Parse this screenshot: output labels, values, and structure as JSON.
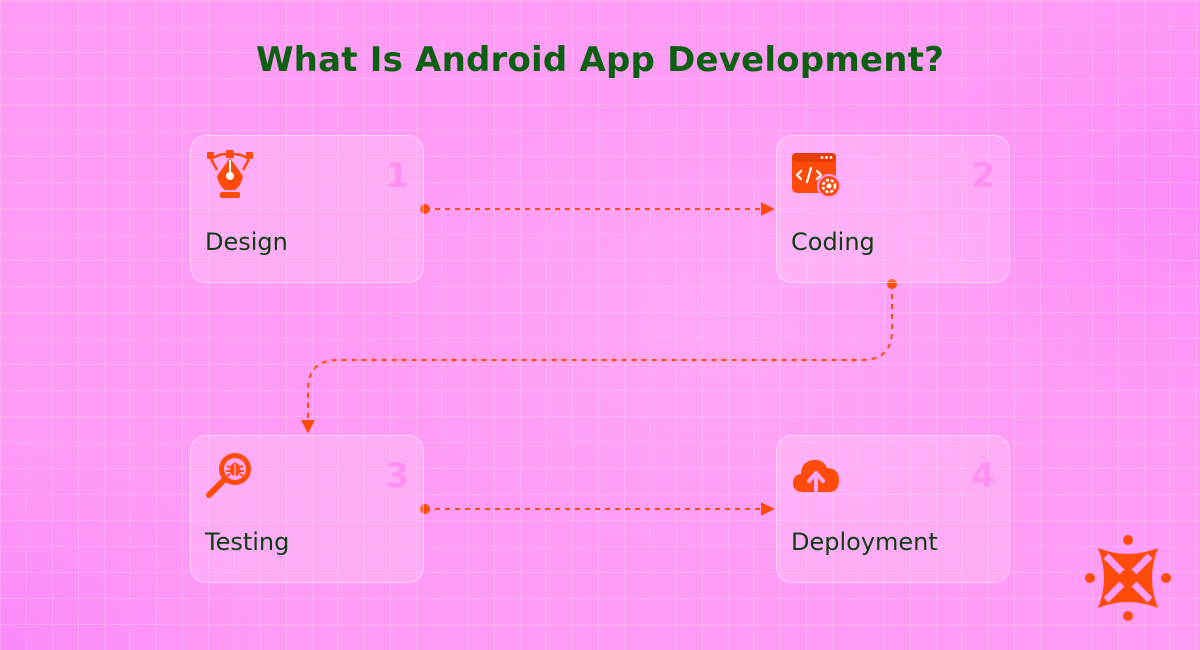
{
  "title": "What Is Android App Development?",
  "colors": {
    "title": "#0b5f10",
    "label": "#0c3d10",
    "accent": "#ff4b0a",
    "number": "#ff8ff0"
  },
  "steps": [
    {
      "number": "1",
      "label": "Design",
      "icon": "pen-tool-icon"
    },
    {
      "number": "2",
      "label": "Coding",
      "icon": "code-window-gear-icon"
    },
    {
      "number": "3",
      "label": "Testing",
      "icon": "bug-search-icon"
    },
    {
      "number": "4",
      "label": "Deployment",
      "icon": "cloud-upload-icon"
    }
  ],
  "connections": [
    {
      "from": "1",
      "to": "2"
    },
    {
      "from": "2",
      "to": "3"
    },
    {
      "from": "3",
      "to": "4"
    }
  ],
  "logo": {
    "icon": "brand-logo-icon"
  }
}
